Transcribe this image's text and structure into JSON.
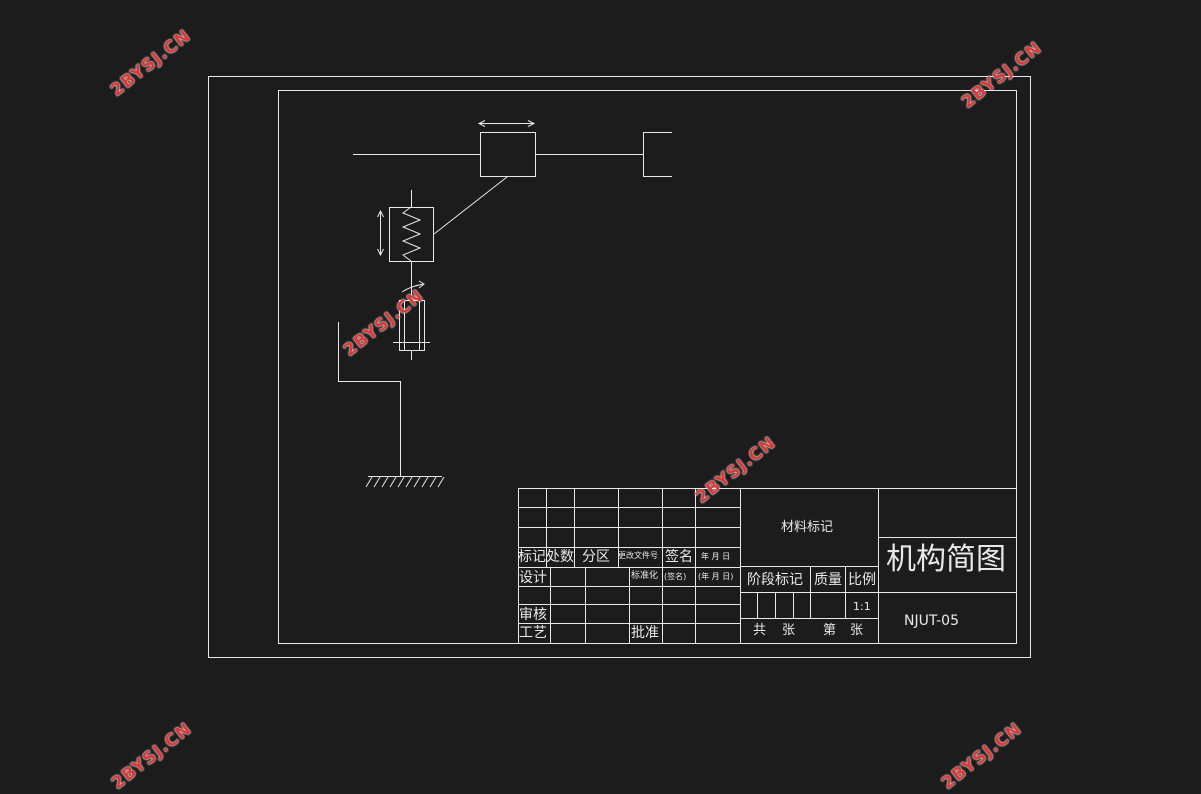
{
  "title_block": {
    "material_mark": "材料标记",
    "drawing_title": "机构简图",
    "drawing_number": "NJUT-05",
    "header_row": {
      "mark": "标记",
      "count": "处数",
      "zone": "分区",
      "change_doc": "更改文件号",
      "sign": "签名",
      "date": "年 月 日"
    },
    "design_row": {
      "design": "设计",
      "standardize": "标准化",
      "sign_paren": "(签名)",
      "date_paren": "(年 月 日)"
    },
    "review": "审核",
    "process": "工艺",
    "approve": "批准",
    "stage_mark": "阶段标记",
    "mass": "质量",
    "scale_label": "比例",
    "scale_value": "1:1",
    "total": "共",
    "sheets_1": "张",
    "sheet_no": "第",
    "sheets_2": "张"
  },
  "watermark": "2BYSJ.CN",
  "colors": {
    "background": "#1c1c1c",
    "line": "#e8e8e8",
    "watermark": "#d93a3a"
  }
}
